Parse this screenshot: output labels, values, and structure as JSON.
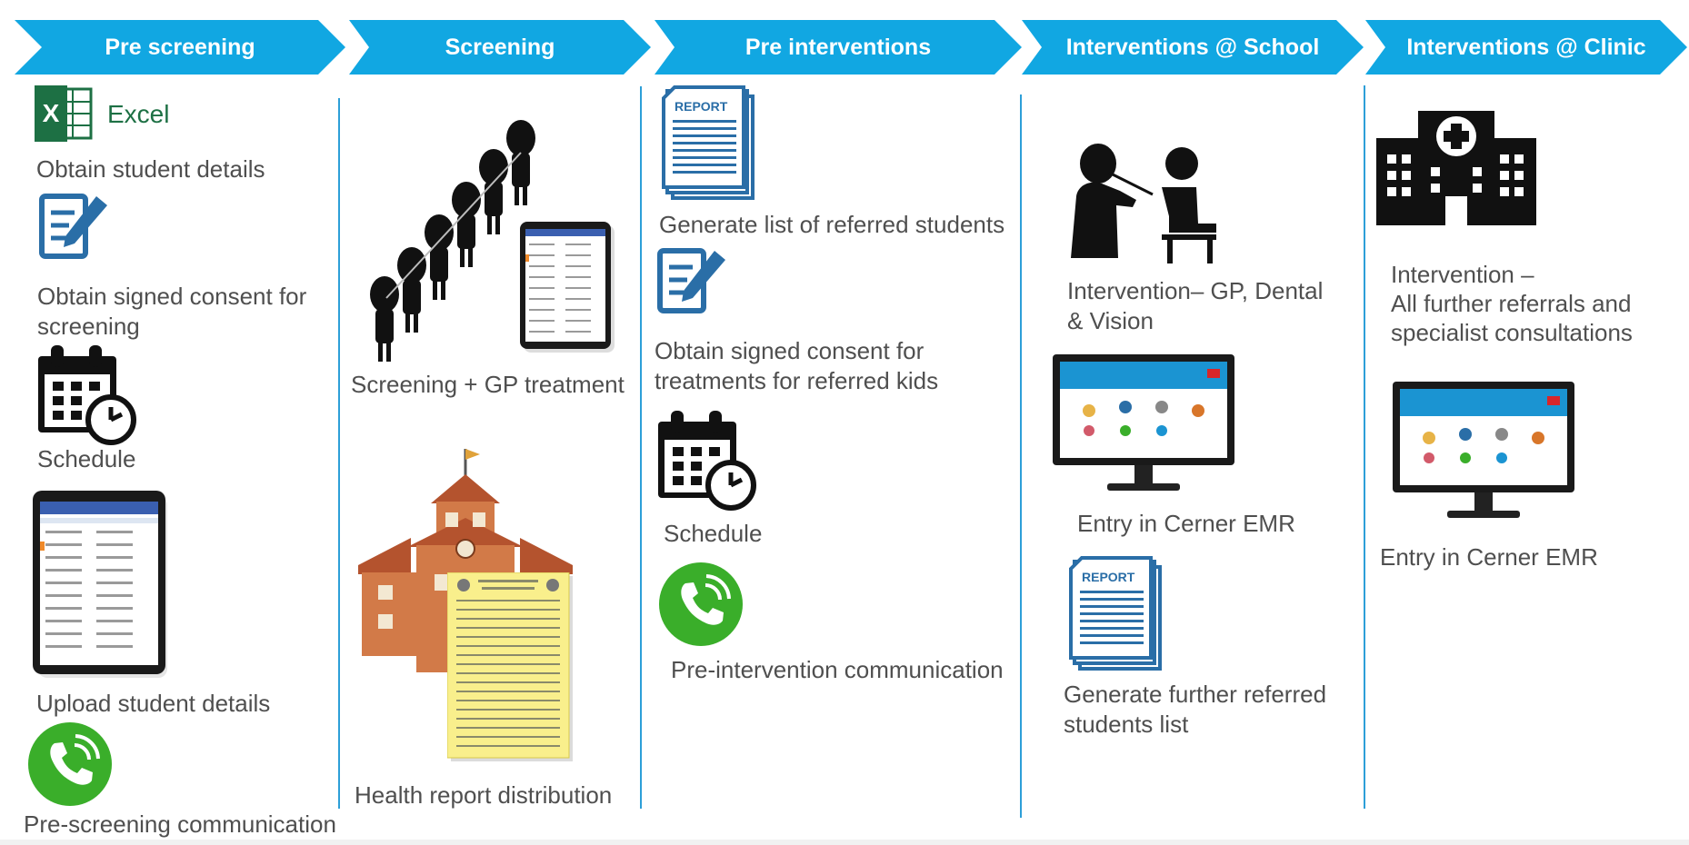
{
  "colors": {
    "stage_fill": "#11a7e2",
    "divider": "#2d9fd8",
    "phone_green": "#3aae2a",
    "excel_green": "#1d7044"
  },
  "stages": [
    {
      "title": "Pre screening"
    },
    {
      "title": "Screening"
    },
    {
      "title": "Pre interventions"
    },
    {
      "title": "Interventions @ School"
    },
    {
      "title": "Interventions @ Clinic"
    }
  ],
  "pre_screening": {
    "excel_text": "Excel",
    "obtain_details": "Obtain student details",
    "consent_line1": "Obtain signed consent for",
    "consent_line2": "screening",
    "schedule": "Schedule",
    "upload": "Upload student details",
    "communication": "Pre-screening communication",
    "icons": [
      "excel-icon",
      "form-edit-icon",
      "calendar-clock-icon",
      "tablet-icon",
      "phone-icon"
    ]
  },
  "screening": {
    "screening_label": "Screening + GP treatment",
    "health_report": "Health report distribution",
    "icons": [
      "students-queue-icon",
      "tablet-icon",
      "school-building-icon",
      "health-report-form-icon"
    ]
  },
  "pre_interventions": {
    "report_badge": "REPORT",
    "generate_list": "Generate list of referred students",
    "consent_line1": "Obtain signed consent for",
    "consent_line2": "treatments for referred kids",
    "schedule": "Schedule",
    "communication": "Pre-intervention communication",
    "icons": [
      "report-icon",
      "form-edit-icon",
      "calendar-clock-icon",
      "phone-icon"
    ]
  },
  "school": {
    "intervention_line1": "Intervention– GP, Dental",
    "intervention_line2": "& Vision",
    "emr": "Entry in Cerner EMR",
    "report_badge": "REPORT",
    "further_line1": "Generate further referred",
    "further_line2": "students list",
    "icons": [
      "doctor-patient-icon",
      "monitor-emr-icon",
      "report-icon"
    ]
  },
  "clinic": {
    "intervention_line1": "Intervention –",
    "intervention_line2": "All further referrals and",
    "intervention_line3": "specialist consultations",
    "emr": "Entry in Cerner EMR",
    "icons": [
      "hospital-icon",
      "monitor-emr-icon"
    ]
  }
}
